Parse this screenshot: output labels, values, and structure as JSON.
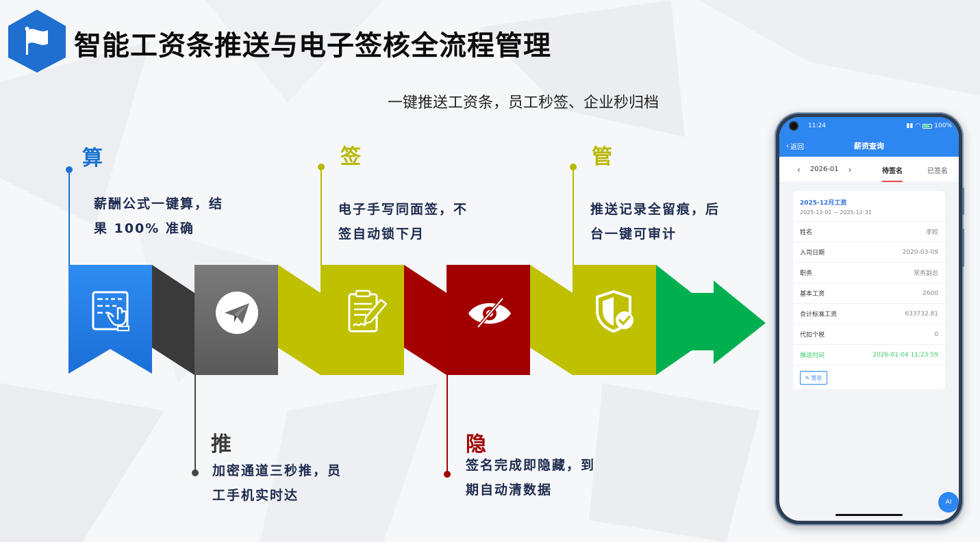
{
  "header": {
    "title": "智能工资条推送与电子签核全流程管理",
    "flag_icon": "flag-icon",
    "brand_color": "#1f6fd1"
  },
  "subtitle": "一键推送工资条，员工秒签、企业秒归档",
  "steps": [
    {
      "key": "算",
      "desc_line1": "薪酬公式一键算，结",
      "desc_line2": "果 100% 准确",
      "color": "#1a73d1",
      "icon": "calculator-hand-icon"
    },
    {
      "key": "推",
      "desc_line1": "加密通道三秒推，员",
      "desc_line2": "工手机实时达",
      "color": "#444444",
      "icon": "paper-plane-icon"
    },
    {
      "key": "签",
      "desc_line1": "电子手写同面签，不",
      "desc_line2": "签自动锁下月",
      "color": "#b7b800",
      "icon": "sign-document-icon"
    },
    {
      "key": "隐",
      "desc_line1": "签名完成即隐藏，到",
      "desc_line2": "期自动清数据",
      "color": "#a20000",
      "icon": "eye-off-icon"
    },
    {
      "key": "管",
      "desc_line1": "推送记录全留痕，后",
      "desc_line2": "台一键可审计",
      "color": "#b7b800",
      "icon": "shield-check-icon"
    }
  ],
  "phone": {
    "status_time": "11:24",
    "status_right": "100%",
    "nav_back": "返回",
    "nav_title": "薪资查询",
    "month": "2026-01",
    "tab_active": "待签名",
    "tab_other": "已签名",
    "card_title": "2025-12月工资",
    "card_range": "2025-12-01 ~ 2025-12-31",
    "rows": [
      {
        "label": "姓名",
        "value": "李姣"
      },
      {
        "label": "入司日期",
        "value": "2020-03-09"
      },
      {
        "label": "职务",
        "value": "常务副总"
      },
      {
        "label": "基本工资",
        "value": "2600"
      },
      {
        "label": "合计标准工资",
        "value": "633732.81"
      },
      {
        "label": "代扣个税",
        "value": "0"
      },
      {
        "label": "推送时间",
        "value": "2026-01-04 11:23:59"
      }
    ],
    "sign_button": "签名",
    "ai_button": "AI"
  }
}
